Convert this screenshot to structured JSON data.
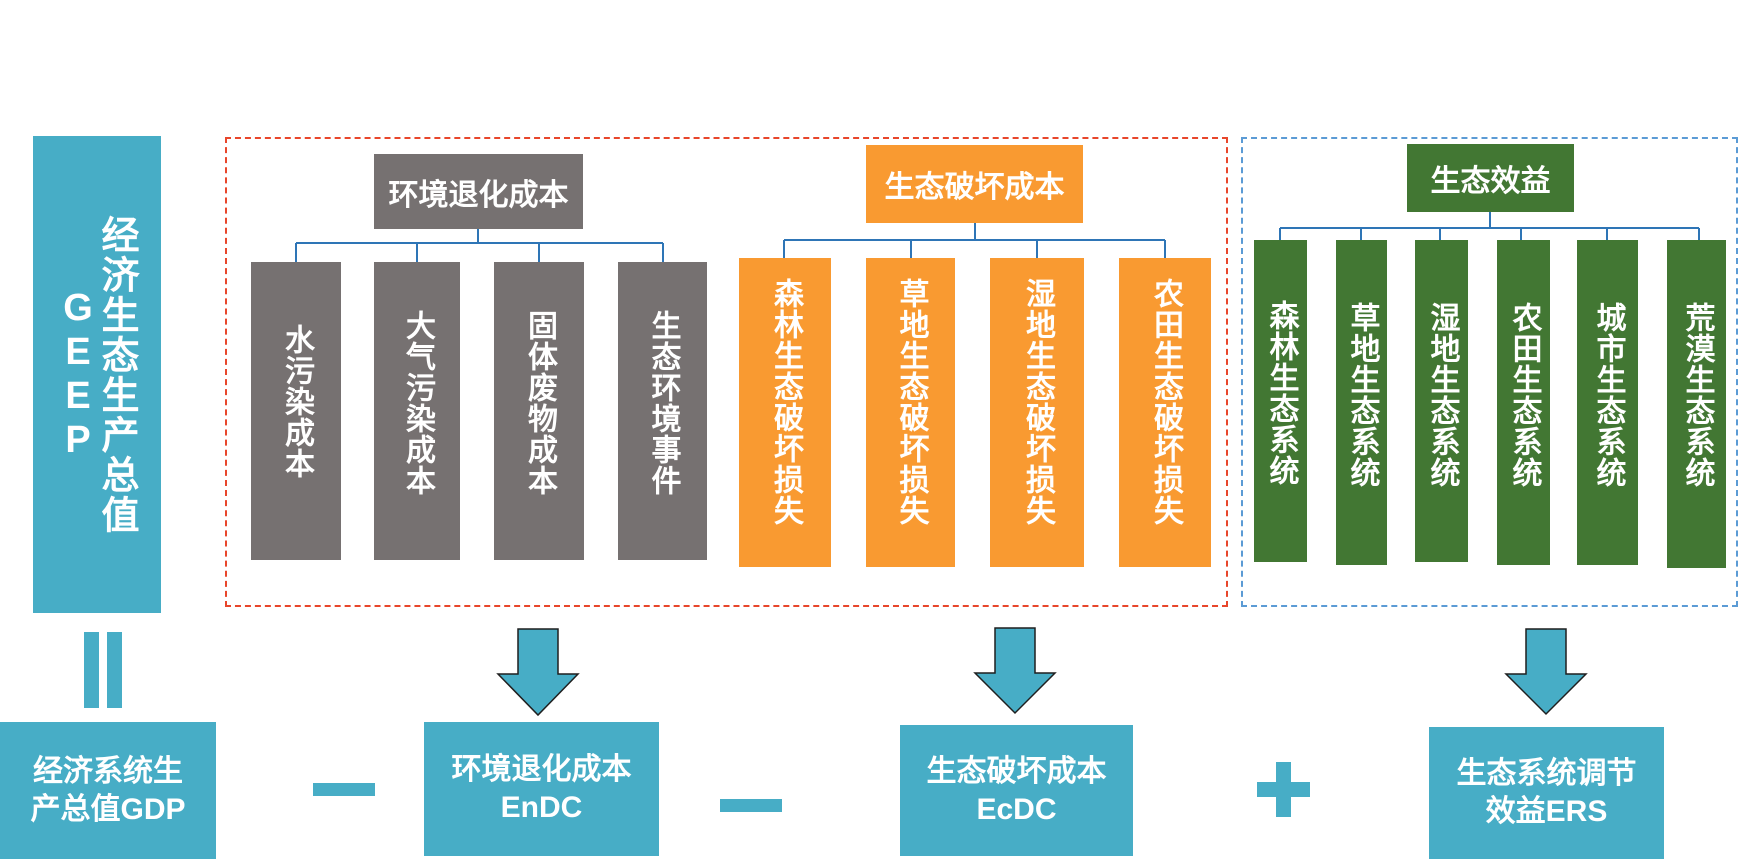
{
  "geep": {
    "label": "经济生态生产总值GEEP"
  },
  "env": {
    "header": "环境退化成本",
    "items": [
      "水污染成本",
      "大气污染成本",
      "固体废物成本",
      "生态环境事件"
    ]
  },
  "eco_damage": {
    "header": "生态破坏成本",
    "items": [
      "森林生态破坏损失",
      "草地生态破坏损失",
      "湿地生态破坏损失",
      "农田生态破坏损失"
    ]
  },
  "eco_benefit": {
    "header": "生态效益",
    "items": [
      "森林生态系统",
      "草地生态系统",
      "湿地生态系统",
      "农田生态系统",
      "城市生态系统",
      "荒漠生态系统"
    ]
  },
  "bottom": {
    "gdp": {
      "line1": "经济系统生",
      "line2": "产总值GDP"
    },
    "endc": {
      "line1": "环境退化成本",
      "line2": "EnDC"
    },
    "ecdc": {
      "line1": "生态破坏成本",
      "line2": "EcDC"
    },
    "ers": {
      "line1": "生态系统调节",
      "line2": "效益ERS"
    }
  },
  "operators": {
    "equals": "=",
    "minus1": "−",
    "minus2": "−",
    "plus": "+"
  },
  "colors": {
    "gray": "#767171",
    "orange": "#f99a31",
    "green": "#427733",
    "teal": "#47adc6",
    "red_dash": "#e8462b",
    "blue_dash": "#5b9bd5"
  }
}
